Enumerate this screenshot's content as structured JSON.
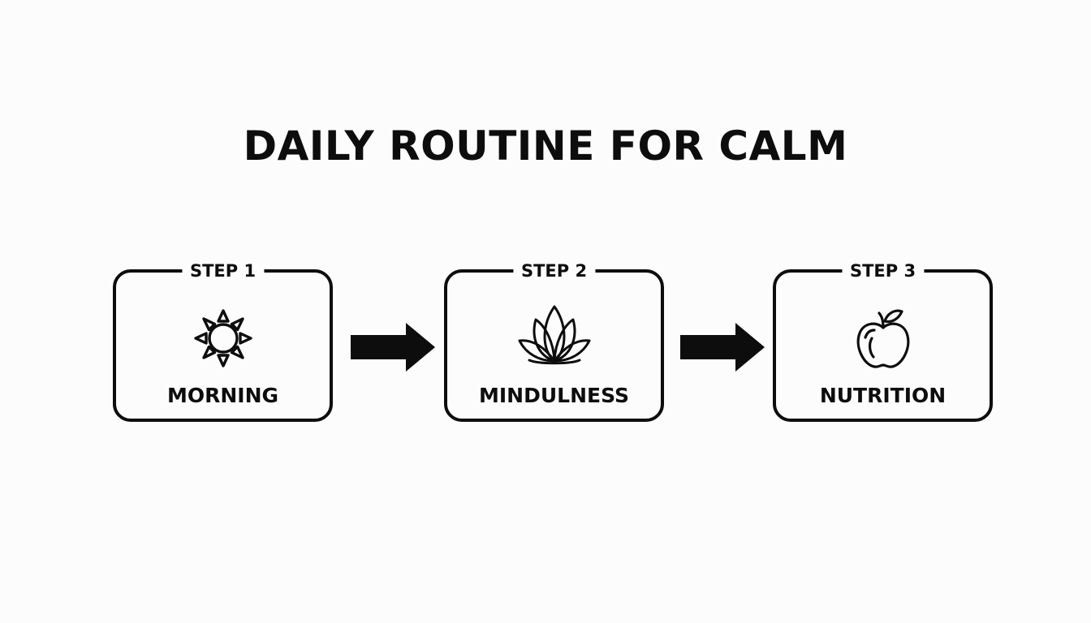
{
  "title": "DAILY ROUTINE FOR CALM",
  "steps": [
    {
      "label": "STEP 1",
      "name": "MORNING",
      "icon": "sun-icon"
    },
    {
      "label": "STEP 2",
      "name": "MINDULNESS",
      "icon": "lotus-icon"
    },
    {
      "label": "STEP 3",
      "name": "NUTRITION",
      "icon": "apple-icon"
    }
  ],
  "colors": {
    "ink": "#0d0d0d",
    "background": "#fcfcfc"
  }
}
